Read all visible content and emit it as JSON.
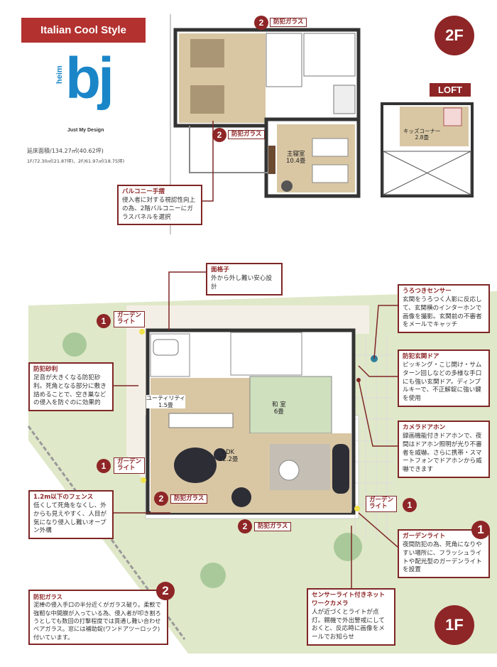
{
  "header": {
    "banner": "Italian Cool Style",
    "logo_heim": "heim",
    "logo_bj": "bj",
    "tagline": "Just My Design",
    "total_area": "延床面積/134.27㎡(40.62坪)",
    "floor_areas": "1F/72.30㎡(21.87坪)、2F/61.97㎡(18.75坪)"
  },
  "floors": {
    "second": "2F",
    "loft": "LOFT",
    "first": "1F"
  },
  "rooms": {
    "master_bedroom": {
      "name": "主寝室",
      "size": "10.4畳"
    },
    "kids_corner": {
      "name": "キッズコーナー",
      "size": "2.8畳"
    },
    "utility": {
      "name": "ユーティリティ",
      "size": "1.5畳"
    },
    "washitsu": {
      "name": "和 室",
      "size": "6畳"
    },
    "ldk": {
      "name": "LDK",
      "size": "22.2畳"
    }
  },
  "tags": {
    "security_glass": "防犯ガラス",
    "garden_light_l1": "ガーデン",
    "garden_light_l2": "ライト",
    "num_1": "1",
    "num_2": "2"
  },
  "callouts": {
    "balcony": {
      "title": "バルコニー手摺",
      "body": "侵入者に対する視認性向上の為、2階バルコニーにガラスパネルを選択"
    },
    "grille": {
      "title": "面格子",
      "body": "外から外し難い安心設計"
    },
    "prowl_sensor": {
      "title": "うろつきセンサー",
      "body": "玄関をうろつく人影に反応して、玄関横のインターホンで画像を撮影。玄関前の不審者をメールでキャッチ"
    },
    "entrance_door": {
      "title": "防犯玄関ドア",
      "body": "ピッキング・こじ開け・サムターン回しなどの多様な手口にも強い玄関ドア。ディンプルキーで、不正解錠に強い鍵を使用"
    },
    "gravel": {
      "title": "防犯砂利",
      "body": "足音が大きくなる防犯砂利。死角となる部分に敷き詰めることで、空き巣などの侵入を防ぐのに効果的"
    },
    "camera_intercom": {
      "title": "カメラドアホン",
      "body": "録画機能付きドアホンで、夜間はドアホン照明が光り不審者を威嚇。さらに携帯・スマートフォンでドアホンから威嚇できます"
    },
    "fence": {
      "title": "1.2m以下のフェンス",
      "body": "低くして死角をなくし、外からも見えやすく、人目が気になり侵入し難いオープン外構"
    },
    "garden_light": {
      "title": "ガーデンライト",
      "body": "夜間防犯の為、死角になりやすい場所に、フラッシュライトや配光型のガーデンライトを設置"
    },
    "security_glass": {
      "title": "防犯ガラス",
      "body": "泥棒の侵入手口の半分近くがガラス破り。柔軟で強靭な中間膜が入っている為、侵入者が叩き割ろうとしても数回の打撃程度では貫通し難い合わせペアガラス。窓には補助錠(ワンドアツーロック)付いています。"
    },
    "network_camera": {
      "title": "センサーライト付きネットワークカメラ",
      "body": "人が近づくとライトが点灯。親機で外出警戒にしておくと、反応時に画像をメールでお知らせ"
    }
  },
  "colors": {
    "accent": "#8e2526",
    "brand_blue": "#1a86c8",
    "floor_wood": "#d9c7a4",
    "lawn": "#dfe8c8",
    "tatami": "#cfe0bf"
  }
}
